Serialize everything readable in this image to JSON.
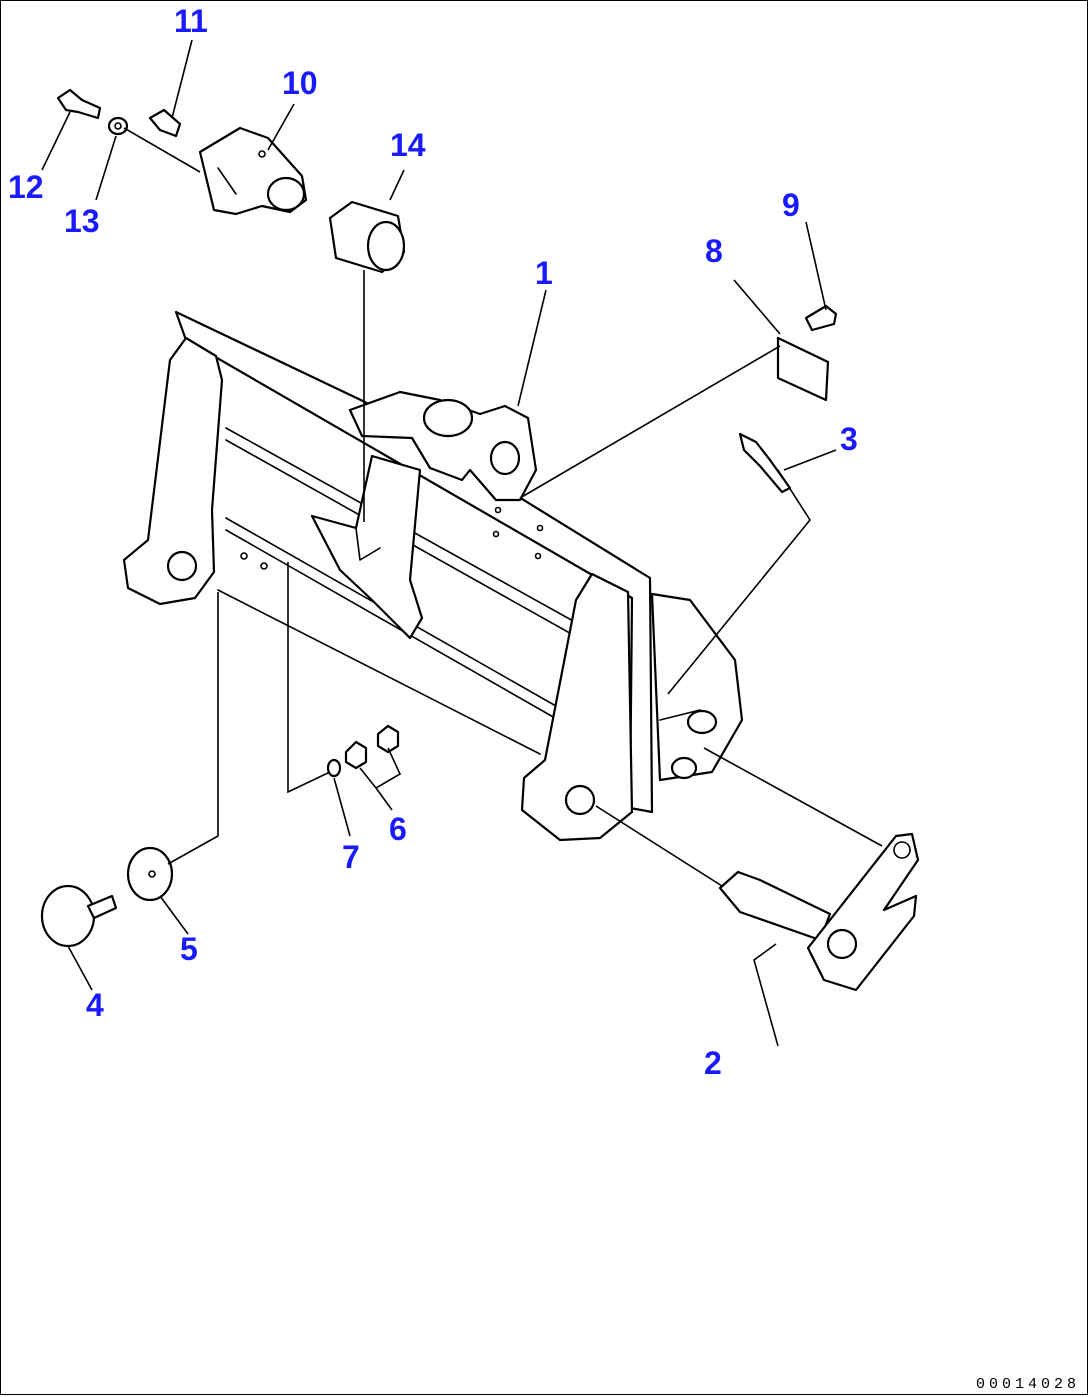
{
  "callouts": {
    "c1": "1",
    "c2": "2",
    "c3": "3",
    "c4": "4",
    "c5": "5",
    "c6": "6",
    "c7": "7",
    "c8": "8",
    "c9": "9",
    "c10": "10",
    "c11": "11",
    "c12": "12",
    "c13": "13",
    "c14": "14"
  },
  "drawing_code": "00014028",
  "colors": {
    "callout": "#1a1aff",
    "line": "#000000",
    "background": "#ffffff"
  }
}
